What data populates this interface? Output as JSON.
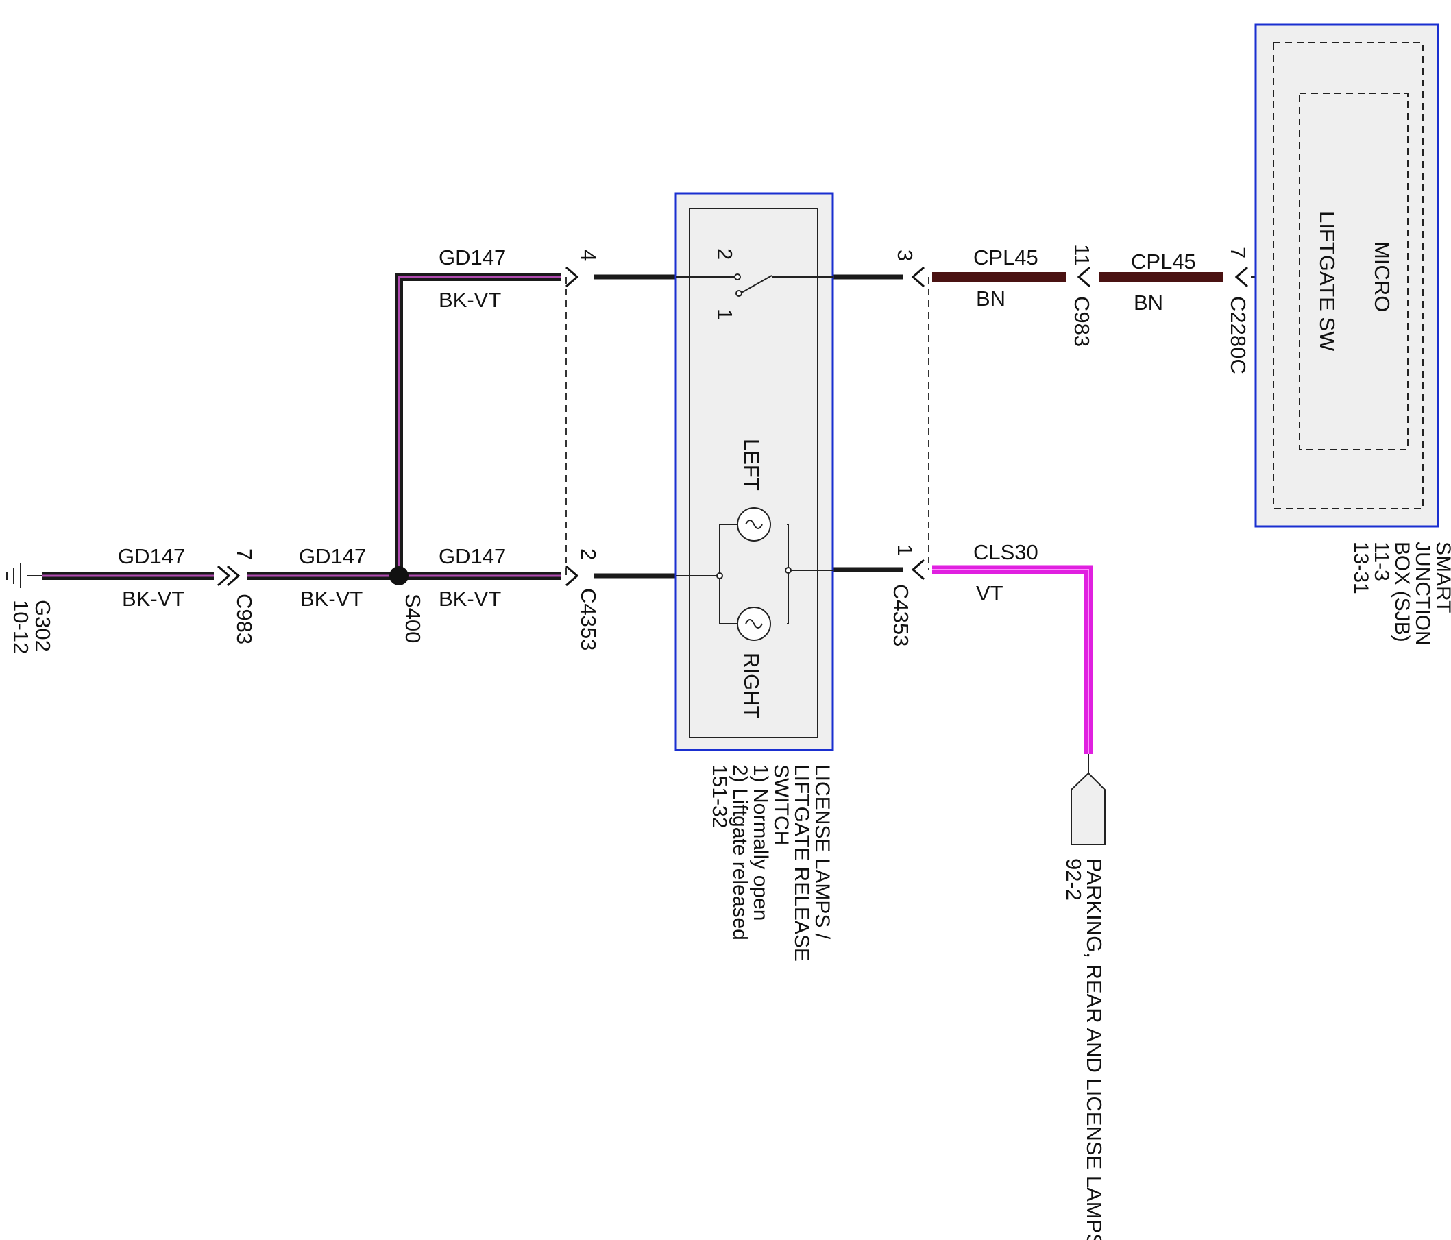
{
  "wires": {
    "gd147_name": "GD147",
    "gd147_color": "BK-VT",
    "cpl45_name": "CPL45",
    "cpl45_color": "BN",
    "cls30_name": "CLS30",
    "cls30_color": "VT"
  },
  "connectors": {
    "c983": "C983",
    "c4353": "C4353",
    "c2280c": "C2280C",
    "s400": "S400",
    "ground": "G302",
    "ground_ref": "10-12"
  },
  "pins": {
    "c983_gd": "7",
    "c4353_top_left": "4",
    "c4353_bottom_left": "2",
    "c4353_top_right": "3",
    "c4353_bottom_right": "1",
    "c983_cpl": "11",
    "c2280c": "7",
    "switch_upper": "2",
    "switch_lower": "1"
  },
  "lamp_switch": {
    "left_lamp": "LEFT",
    "right_lamp": "RIGHT",
    "caption": [
      "LICENSE LAMPS /",
      "LIFTGATE RELEASE",
      "SWITCH",
      "1) Normally open",
      "2) Liftgate released",
      "151-32"
    ]
  },
  "sjb": {
    "micro": "MICRO",
    "liftgate_sw": "LIFTGATE SW",
    "caption": [
      "SMART",
      "JUNCTION",
      "BOX (SJB)",
      "11-3",
      "13-31"
    ]
  },
  "parking": {
    "ref": "92-2",
    "title": "PARKING, REAR AND LICENSE LAMPS"
  },
  "colors": {
    "bk_vt_core": "#1a1a1a",
    "bk_vt_stripe": "#b04ab0",
    "bn": "#4a1212",
    "vt": "#e020e0",
    "frame_blue": "#1a2fd0",
    "box_fill": "#efefef"
  }
}
